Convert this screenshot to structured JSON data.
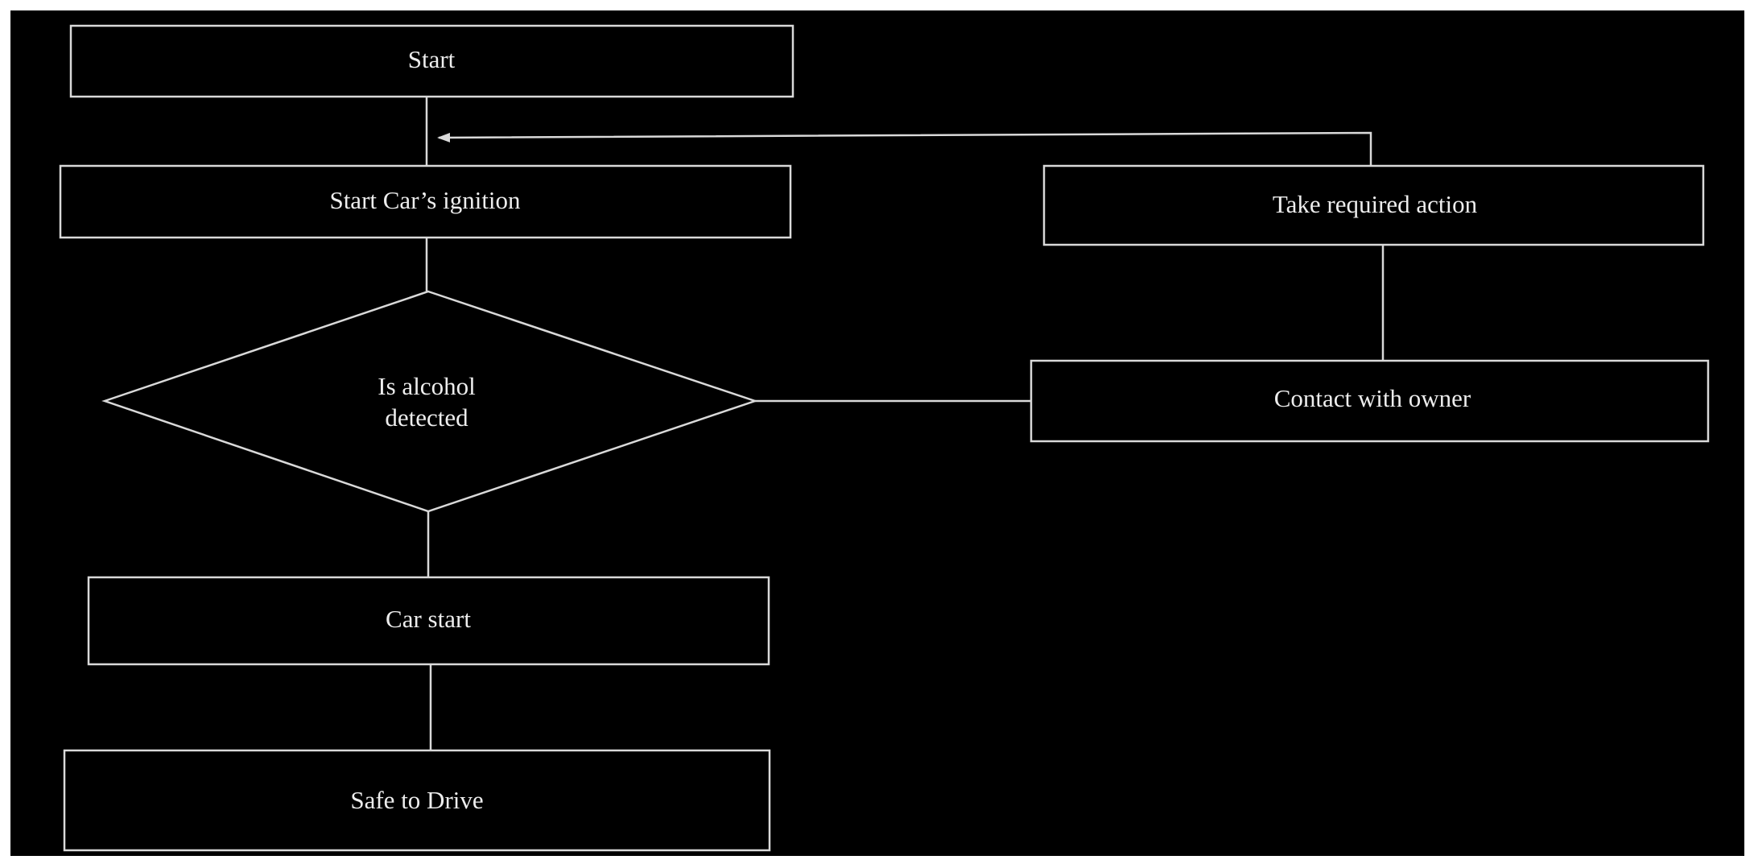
{
  "nodes": {
    "start": "Start",
    "ignition": "Start Car’s ignition",
    "decision_line1": "Is alcohol",
    "decision_line2": "detected",
    "car_start": "Car start",
    "safe": "Safe to Drive",
    "contact": "Contact with owner",
    "action": "Take required action"
  },
  "colors": {
    "background": "#000000",
    "stroke": "#d9d9d9",
    "text": "#ededed"
  }
}
